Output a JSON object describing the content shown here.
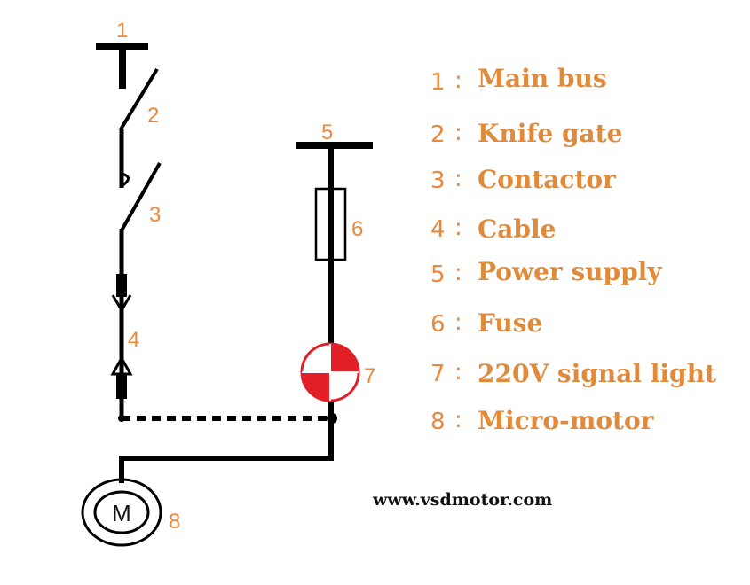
{
  "diagram": {
    "labels": [
      "1",
      "2",
      "3",
      "4",
      "5",
      "6",
      "7",
      "8"
    ],
    "motor_symbol": "M",
    "legend": [
      {
        "num": "1",
        "sep": ":",
        "text": "Main bus"
      },
      {
        "num": "2",
        "sep": ":",
        "text": "Knife gate"
      },
      {
        "num": "3",
        "sep": ":",
        "text": "Contactor"
      },
      {
        "num": "4",
        "sep": ":",
        "text": "Cable"
      },
      {
        "num": "5",
        "sep": ":",
        "text": "Power supply"
      },
      {
        "num": "6",
        "sep": ":",
        "text": "Fuse"
      },
      {
        "num": "7",
        "sep": ":",
        "text": "220V signal light"
      },
      {
        "num": "8",
        "sep": ":",
        "text": "Micro-motor"
      }
    ],
    "website": "www.vsdmotor.com",
    "colors": {
      "label": "#e8893e",
      "lamp": "#e21f26",
      "line": "#000000"
    }
  }
}
